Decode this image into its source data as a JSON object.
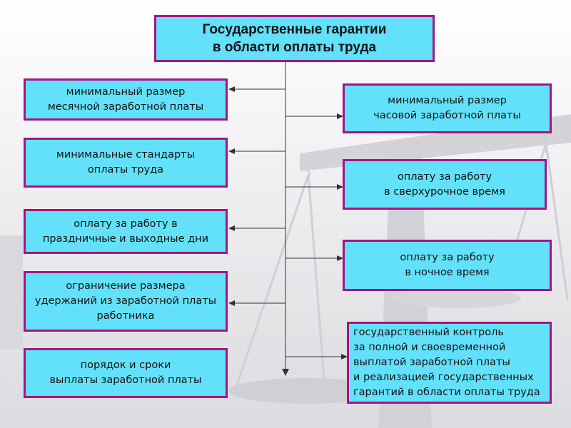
{
  "title": "Государственные гарантии\nв области оплаты труда",
  "left_items": [
    "минимальный размер\nмесячной заработной платы",
    "минимальные стандарты\nоплаты труда",
    "оплату за работу в\nпраздничные и выходные дни",
    "ограничение размера\nудержаний из заработной платы\nработника",
    "порядок и сроки\nвыплаты заработной платы"
  ],
  "right_items": [
    "минимальный размер\nчасовой  заработной платы",
    "оплату за работу\nв сверхурочное время",
    "оплату за работу\nв ночное время",
    "государственный контроль\nза полной и своевременной\nвыплатой заработной платы\nи реализацией государственных\nгарантий в области оплаты труда"
  ],
  "colors": {
    "box_fill": "#63e1fb",
    "box_border": "#a5157d",
    "connector": "#333333"
  }
}
